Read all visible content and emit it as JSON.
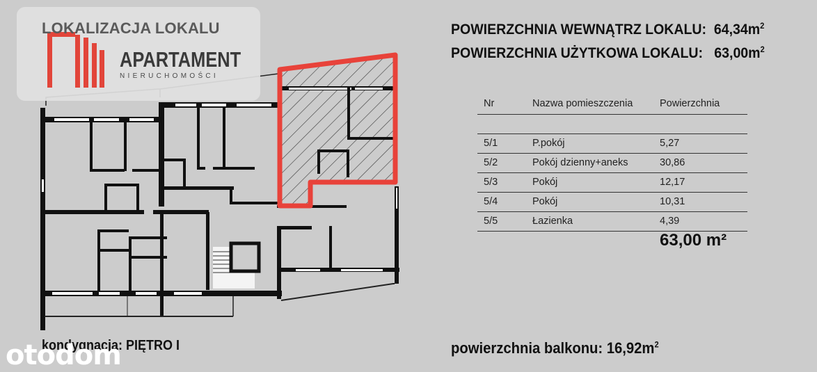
{
  "logo": {
    "overlay_title": "LOKALIZACJA LOKALU",
    "brand_name": "APARTAMENT",
    "brand_sub": "NIERUCHOMOŚCI",
    "brand_color": "#e2453a"
  },
  "summary": {
    "inside_area_label": "POWIERZCHNIA WEWNĄTRZ LOKALU:",
    "inside_area_value": "64,34m",
    "usable_area_label": "POWIERZCHNIA UŻYTKOWA LOKALU:",
    "usable_area_value": "63,00m",
    "unit_superscript": "2"
  },
  "room_table": {
    "headers": [
      "Nr",
      "Nazwa pomieszczenia",
      "Powierzchnia"
    ],
    "rows": [
      {
        "nr": "5/1",
        "name": "P.pokój",
        "area": "5,27"
      },
      {
        "nr": "5/2",
        "name": "Pokój dzienny+aneks",
        "area": "30,86"
      },
      {
        "nr": "5/3",
        "name": "Pokój",
        "area": "12,17"
      },
      {
        "nr": "5/4",
        "name": "Pokój",
        "area": "10,31"
      },
      {
        "nr": "5/5",
        "name": "Łazienka",
        "area": "4,39"
      }
    ],
    "total": "63,00 m²"
  },
  "floor": {
    "label": "kondygnacja:  PIĘTRO I"
  },
  "balcony": {
    "label": "powierzchnia balkonu:  16,92m",
    "unit_superscript": "2"
  },
  "watermark": {
    "text": "otodom"
  },
  "colors": {
    "background": "#cccccc",
    "highlight_outline": "#e8423a",
    "walls": "#111111"
  }
}
